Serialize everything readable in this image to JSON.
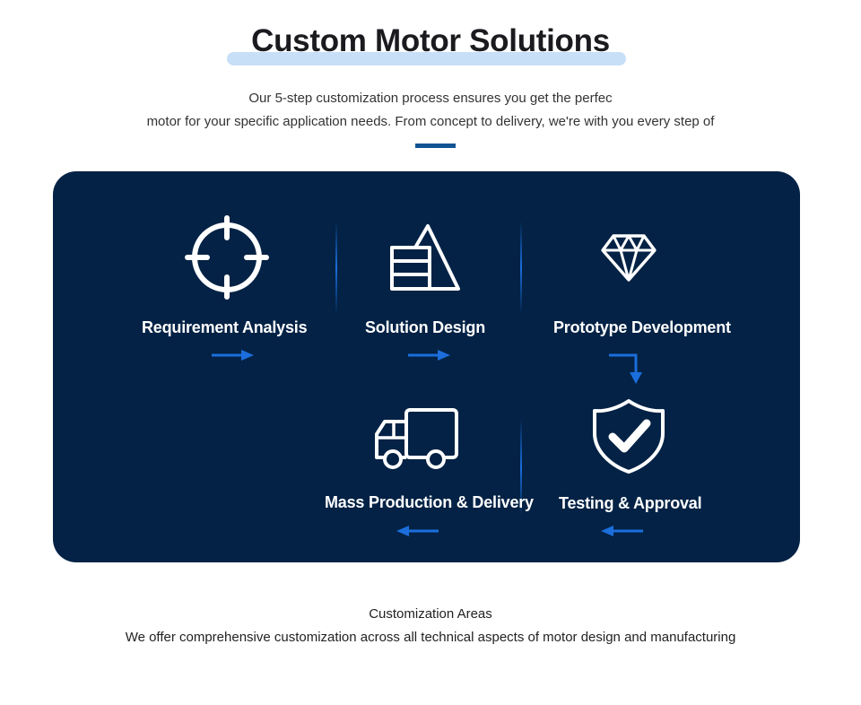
{
  "header": {
    "title": "Custom Motor Solutions",
    "intro_line1": "Our 5-step customization process ensures you get the perfec",
    "intro_line2": "motor for your specific application needs. From concept to delivery, we're with you every step of"
  },
  "steps": [
    {
      "label": "Requirement Analysis",
      "icon": "crosshair-icon"
    },
    {
      "label": "Solution Design",
      "icon": "design-pyramid-icon"
    },
    {
      "label": "Prototype Development",
      "icon": "diamond-icon"
    },
    {
      "label": "Testing & Approval",
      "icon": "shield-check-icon"
    },
    {
      "label": "Mass Production & Delivery",
      "icon": "truck-icon"
    }
  ],
  "section": {
    "title": "Customization Areas",
    "description": "We offer comprehensive customization across all technical aspects of motor design and manufacturing"
  },
  "colors": {
    "panel_bg": "#032245",
    "accent": "#1b6edc",
    "highlight": "#c7dff7"
  }
}
